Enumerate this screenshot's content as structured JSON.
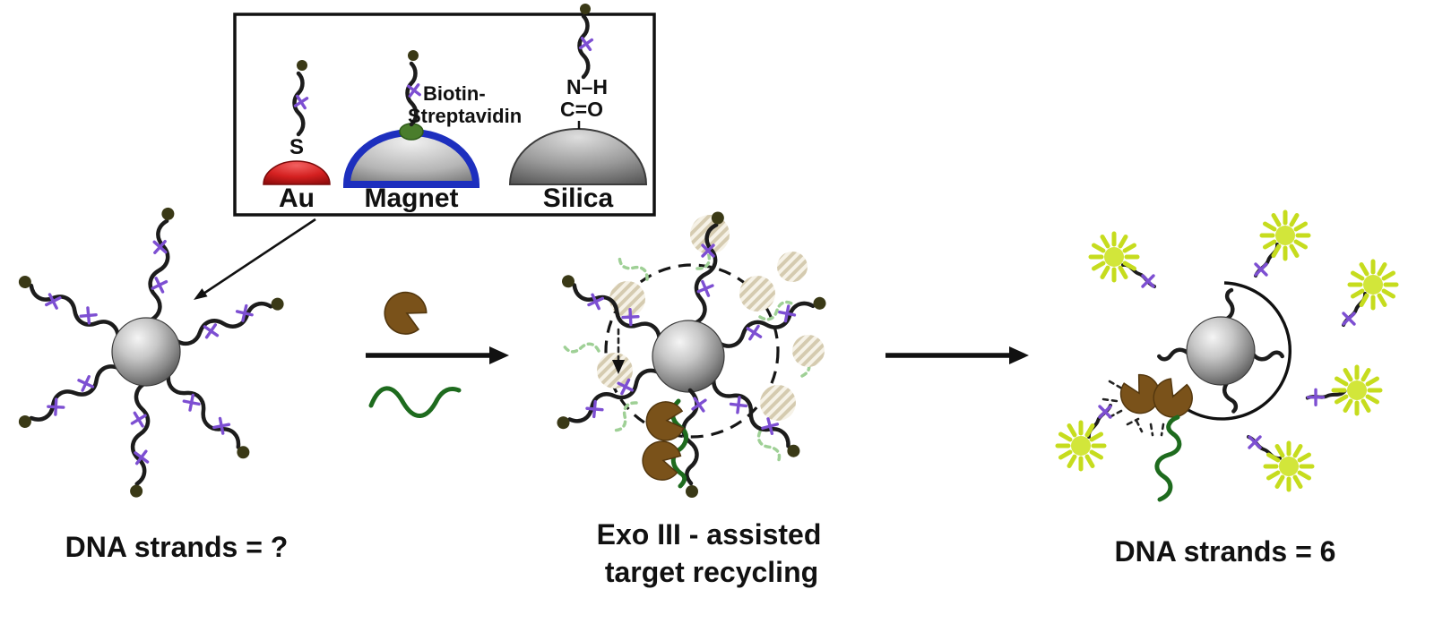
{
  "figure": {
    "inset": {
      "au_label": "Au",
      "magnet_label": "Magnet",
      "silica_label": "Silica",
      "thiol_label": "S",
      "biotin_label_line1": "Biotin-",
      "biotin_label_line2": "Streptavidin",
      "amide_label_line1": "N–H",
      "amide_label_line2": "C=O"
    },
    "captions": {
      "left": "DNA strands = ?",
      "middle_line1": "Exo III - assisted",
      "middle_line2": "target recycling",
      "right": "DNA strands = 6"
    },
    "colors": {
      "strand_black": "#1c1c1c",
      "end_dot_olive": "#3a3916",
      "cross_mark_purple": "#7d4fd2",
      "nanoparticle_gray": "#8a8a8a",
      "gold_red": "#c61b1b",
      "magnet_blue": "#1d2fbe",
      "biotin_green": "#4a7d2c",
      "enzyme_brown": "#7a521a",
      "target_green": "#1e6b1e",
      "fluorophore_yellow": "#d2e63a",
      "digested_circle_beige": "#d5cbb0",
      "digested_fragment_green": "#9fd096"
    }
  }
}
